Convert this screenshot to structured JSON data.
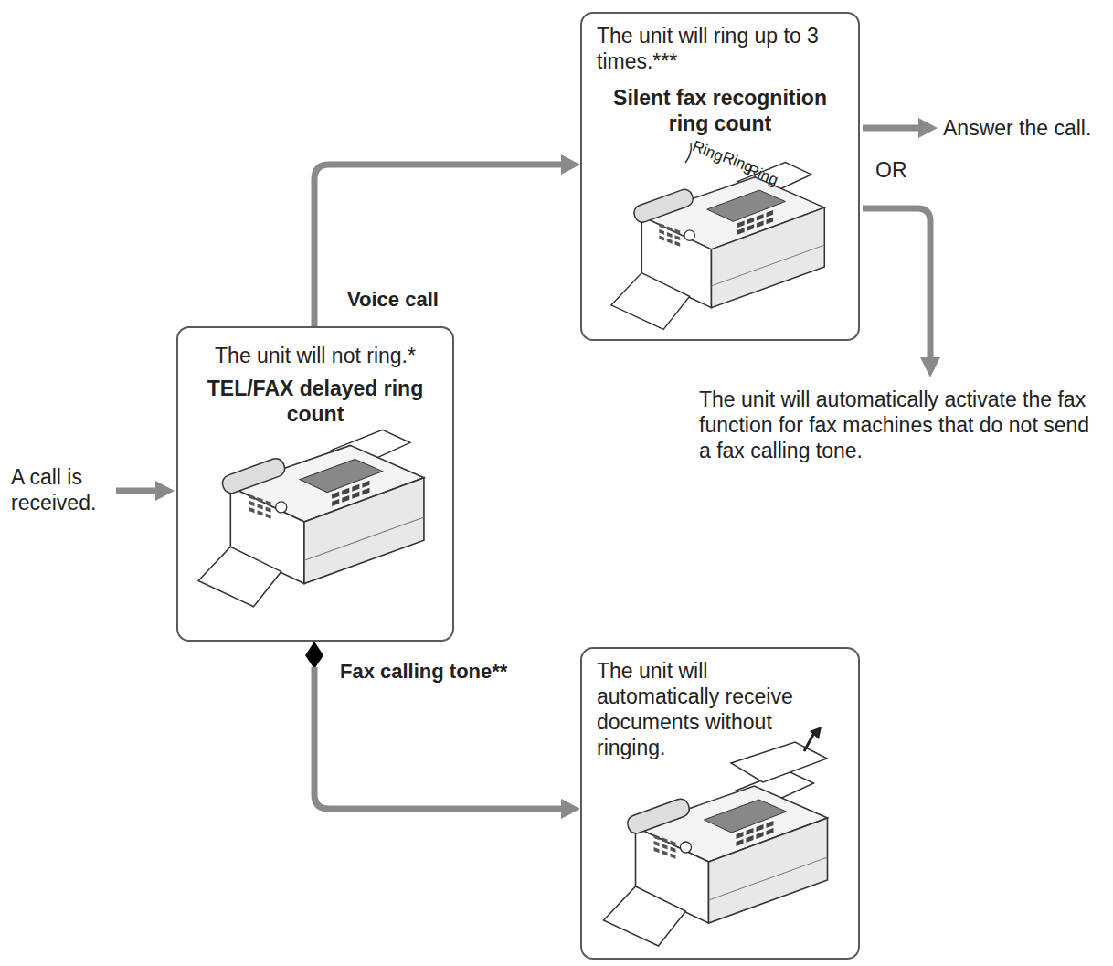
{
  "diagram": {
    "nodes": [
      {
        "text": [
          "The unit will not ring.*",
          "TEL/FAX delayed ring count"
        ]
      },
      {
        "text": [
          "The unit will ring up to 3 times.***",
          "Silent fax recognition ring count"
        ]
      },
      {
        "text": [
          "The unit will automatically receive documents without ringing."
        ]
      }
    ],
    "edges": [
      {
        "from": 0,
        "to": 1,
        "label": "Voice call",
        "arrow": "to"
      },
      {
        "from": 0,
        "to": 2,
        "label": "Fax calling tone**",
        "arrow": "to"
      }
    ],
    "labels": [
      "A call is received.",
      "Answer the call.",
      "OR",
      "The unit will automatically activate the fax function for fax machines that do not send a fax calling tone.",
      "Ring",
      "Ring",
      "Ring"
    ]
  }
}
